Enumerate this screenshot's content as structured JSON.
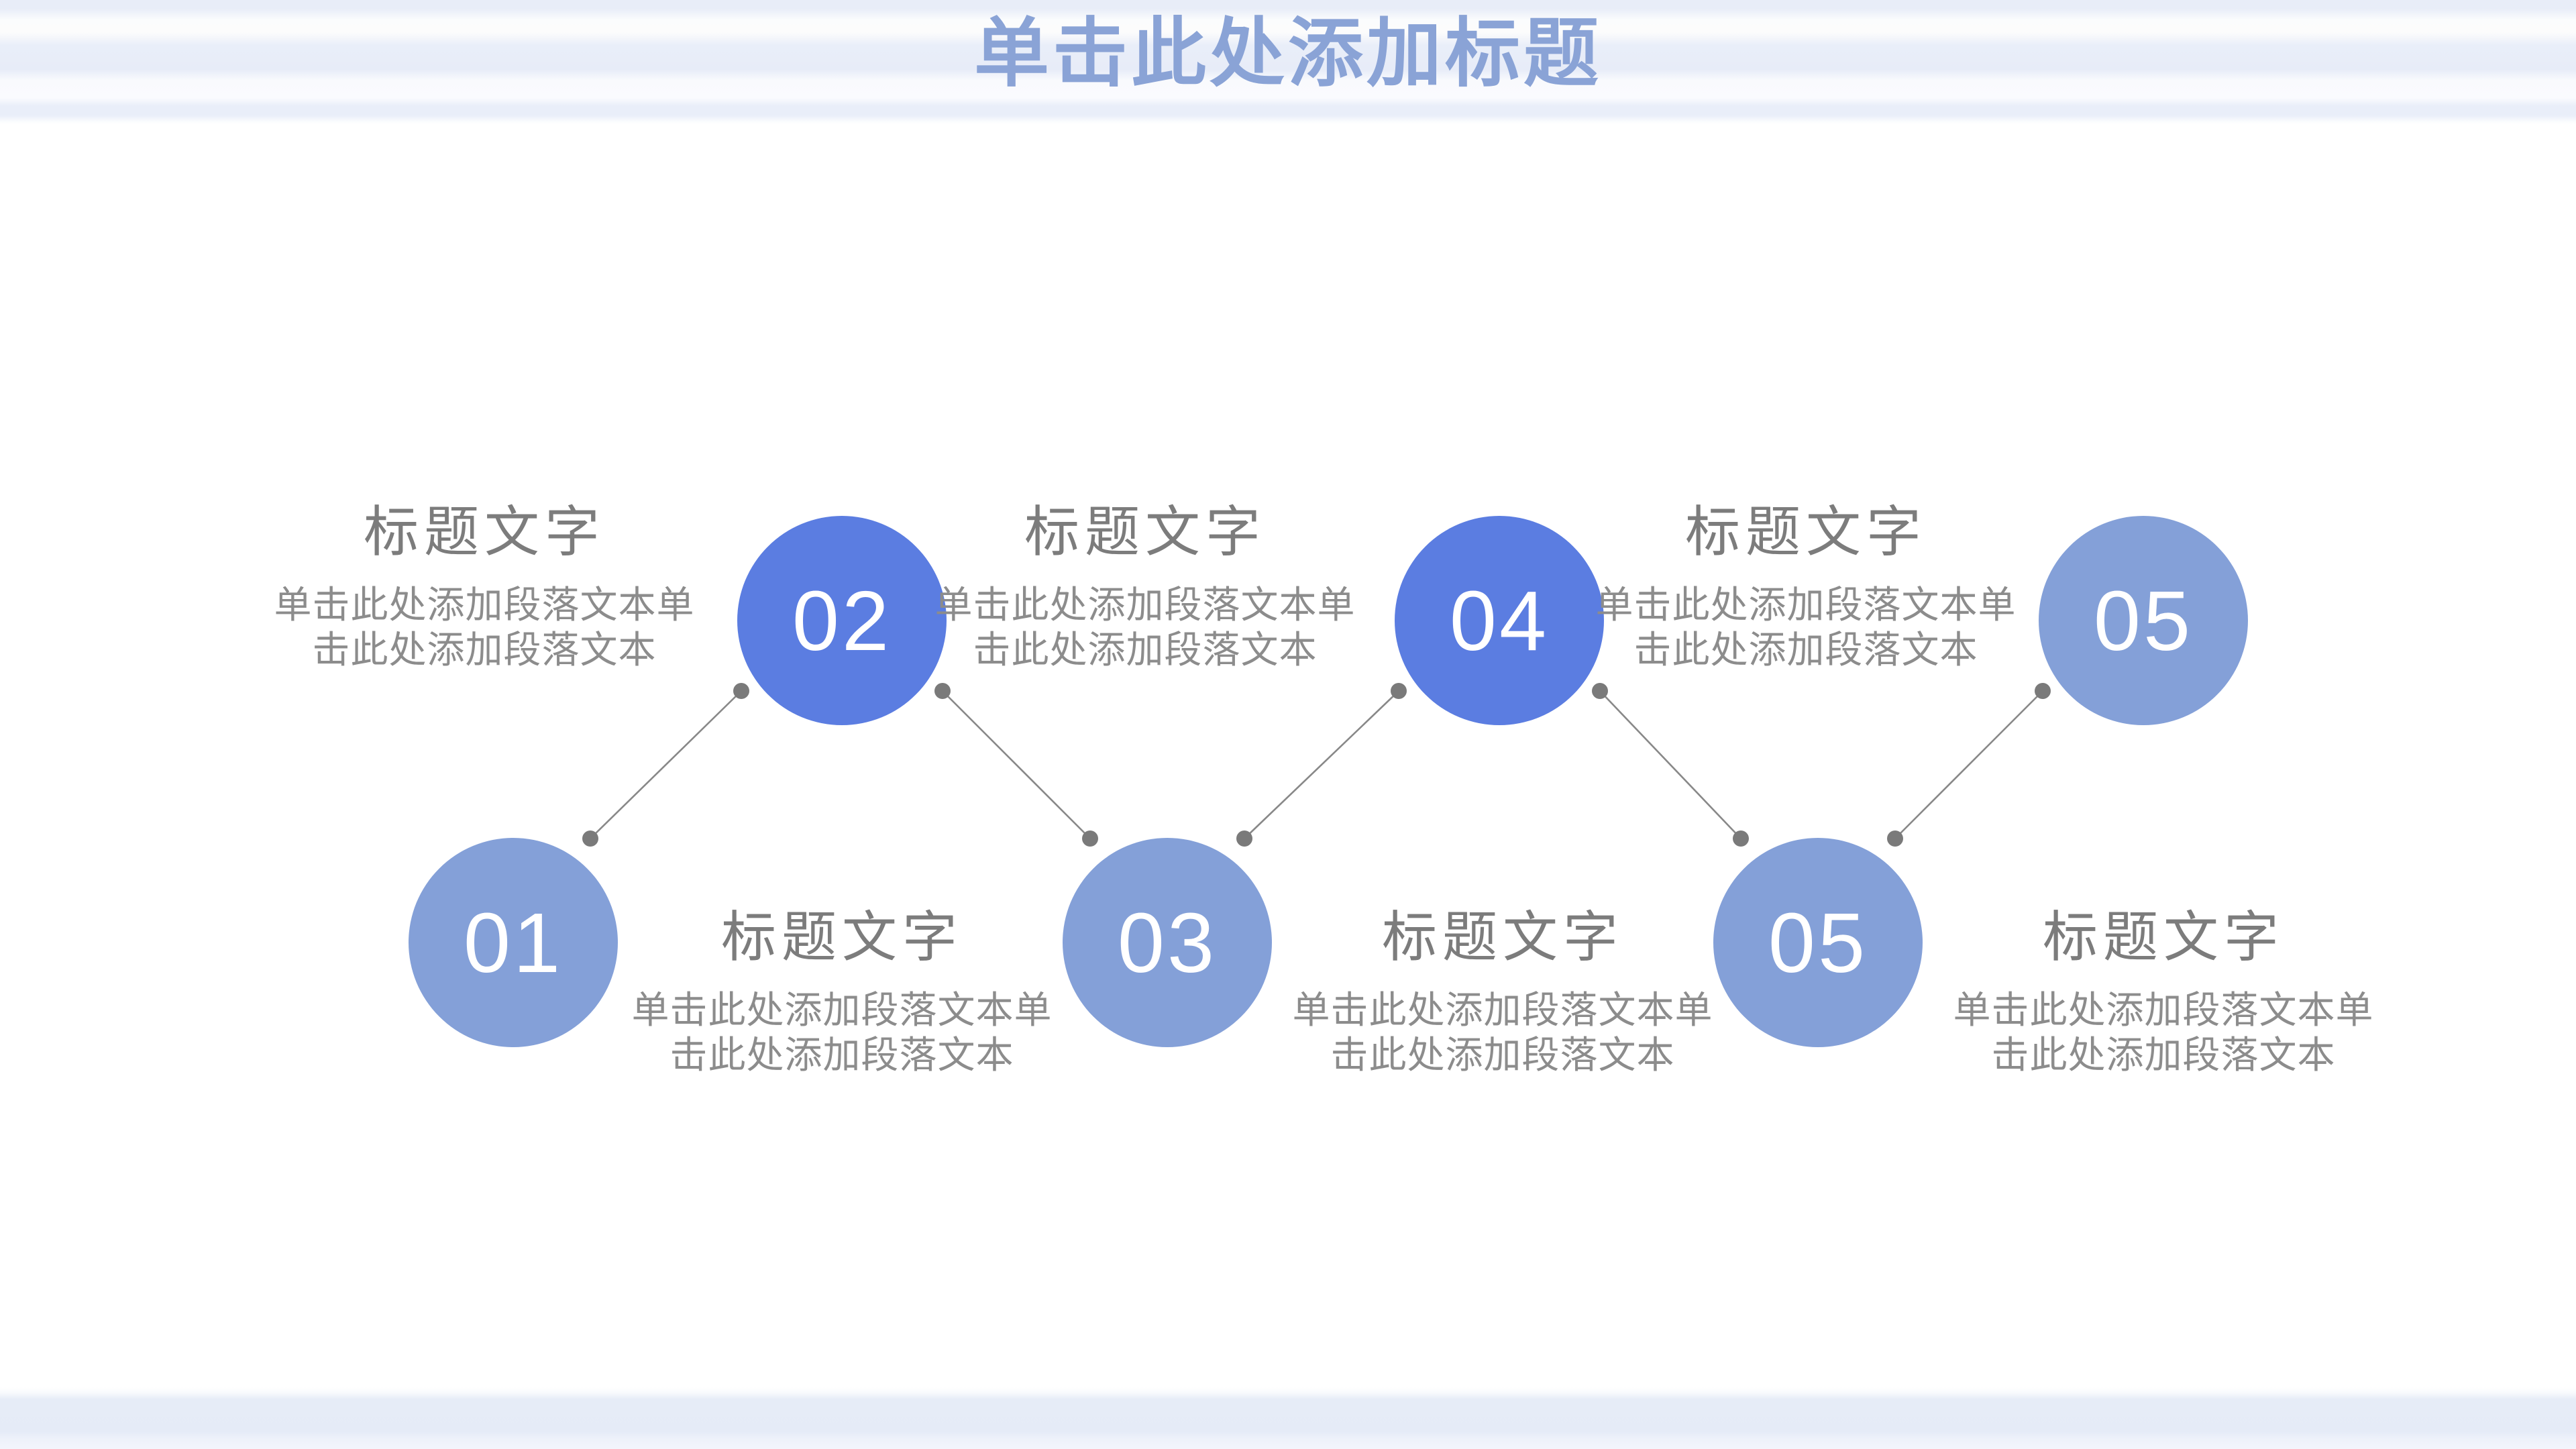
{
  "slide": {
    "title": "单击此处添加标题"
  },
  "colors": {
    "title_blue": "#8AA3D6",
    "circle_dark": "#5B7DE1",
    "circle_light": "#84A0D8",
    "heading_gray": "#7C7C7C",
    "body_gray": "#8C8C8C",
    "connector_gray": "#888888",
    "stripe_blue": "#E7ECF8"
  },
  "items": [
    {
      "number": "01",
      "row": "bottom",
      "variant": "light",
      "title": "标题文字",
      "body_line1": "单击此处添加段落文本单",
      "body_line2": "击此处添加段落文本"
    },
    {
      "number": "02",
      "row": "top",
      "variant": "dark",
      "title": "标题文字",
      "body_line1": "单击此处添加段落文本单",
      "body_line2": "击此处添加段落文本"
    },
    {
      "number": "03",
      "row": "bottom",
      "variant": "light",
      "title": "标题文字",
      "body_line1": "单击此处添加段落文本单",
      "body_line2": "击此处添加段落文本"
    },
    {
      "number": "04",
      "row": "top",
      "variant": "dark",
      "title": "标题文字",
      "body_line1": "单击此处添加段落文本单",
      "body_line2": "击此处添加段落文本"
    },
    {
      "number": "05",
      "row": "bottom",
      "variant": "light",
      "title": "标题文字",
      "body_line1": "单击此处添加段落文本单",
      "body_line2": "击此处添加段落文本"
    },
    {
      "number": "05",
      "row": "top",
      "variant": "light",
      "title": "标题文字",
      "body_line1": "单击此处添加段落文本单",
      "body_line2": "击此处添加段落文本"
    }
  ]
}
